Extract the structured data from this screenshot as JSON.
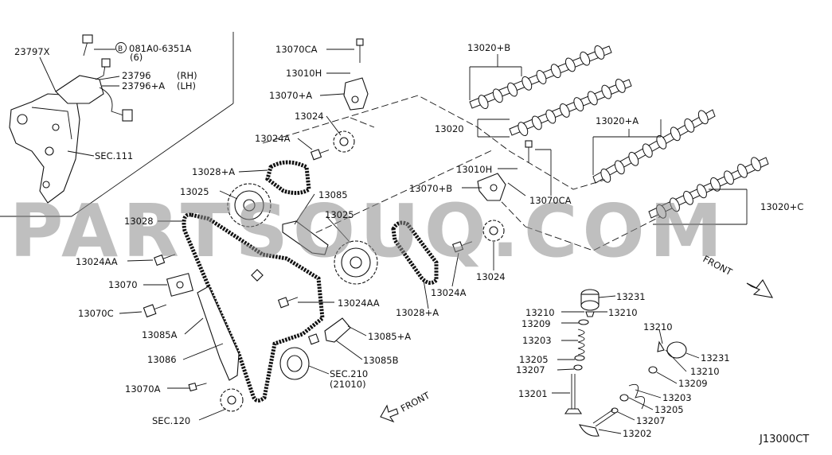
{
  "watermark": "PARTSOUQ.COM",
  "diagram_id": "J13000CT",
  "labels": {
    "p23797X": "23797X",
    "bolt_circle": "B",
    "bolt_code": "081A0-6351A",
    "bolt_qty": "(6)",
    "p23796": "23796",
    "p23796_rh": "(RH)",
    "p23796A": "23796+A",
    "p23796A_lh": "(LH)",
    "sec111": "SEC.111",
    "p13070CA_top": "13070CA",
    "p13010H_top": "13010H",
    "p13070A_top": "13070+A",
    "p13024": "13024",
    "p13024A_top": "13024A",
    "p13028A_top": "13028+A",
    "p13025_left": "13025",
    "p13085": "13085",
    "p13025_mid": "13025",
    "p13028": "13028",
    "p13024AA_left": "13024AA",
    "p13070": "13070",
    "p13070C": "13070C",
    "p13085A": "13085A",
    "p13086": "13086",
    "p13070A": "13070A",
    "sec120": "SEC.120",
    "p13024AA_mid": "13024AA",
    "p13085A_plus": "13085+A",
    "p13085B": "13085B",
    "sec210": "SEC.210",
    "sec210_sub": "(21010)",
    "front_bottom": "FRONT",
    "p13020B": "13020+B",
    "p13020": "13020",
    "p13020A": "13020+A",
    "p13010H_mid": "13010H",
    "p13070B": "13070+B",
    "p13070CA_mid": "13070CA",
    "p13020C": "13020+C",
    "p13024A_mid": "13024A",
    "p13024_mid": "13024",
    "p13028A_mid": "13028+A",
    "front_right": "FRONT",
    "v13231": "13231",
    "v13210_l": "13210",
    "v13210_r": "13210",
    "v13209": "13209",
    "v13203": "13203",
    "v13205": "13205",
    "v13207": "13207",
    "v13201": "13201",
    "v13210_r2": "13210",
    "v13231_r": "13231",
    "v13210_r3": "13210",
    "v13209_r": "13209",
    "v13203_r": "13203",
    "v13205_r": "13205",
    "v13207_r": "13207",
    "v13202": "13202"
  }
}
